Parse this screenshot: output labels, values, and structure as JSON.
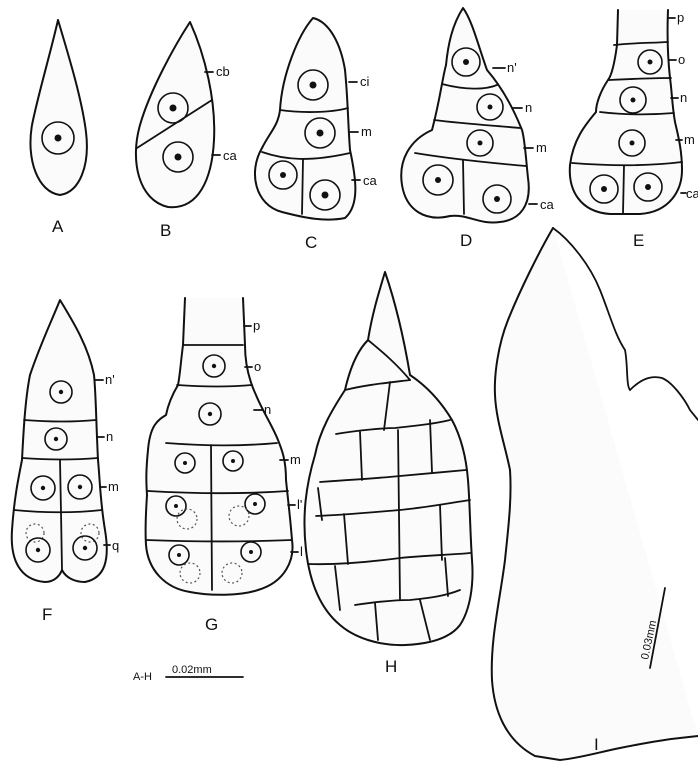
{
  "figures": {
    "A": {
      "caption": "A"
    },
    "B": {
      "caption": "B",
      "labels": [
        "cb",
        "ca"
      ]
    },
    "C": {
      "caption": "C",
      "labels": [
        "ci",
        "m",
        "ca"
      ]
    },
    "D": {
      "caption": "D",
      "labels": [
        "n'",
        "n",
        "m",
        "ca"
      ]
    },
    "E": {
      "caption": "E",
      "labels": [
        "p",
        "o",
        "n",
        "m",
        "ca"
      ]
    },
    "F": {
      "caption": "F",
      "labels": [
        "n'",
        "n",
        "m",
        "q"
      ]
    },
    "G": {
      "caption": "G",
      "labels": [
        "p",
        "o",
        "n",
        "m",
        "l'",
        "l"
      ]
    },
    "H": {
      "caption": "H"
    },
    "I": {
      "caption": "I"
    }
  },
  "scale_bars": {
    "a_h": {
      "prefix": "A-H",
      "value": "0.02mm"
    },
    "i": {
      "value": "0.03mm"
    }
  }
}
